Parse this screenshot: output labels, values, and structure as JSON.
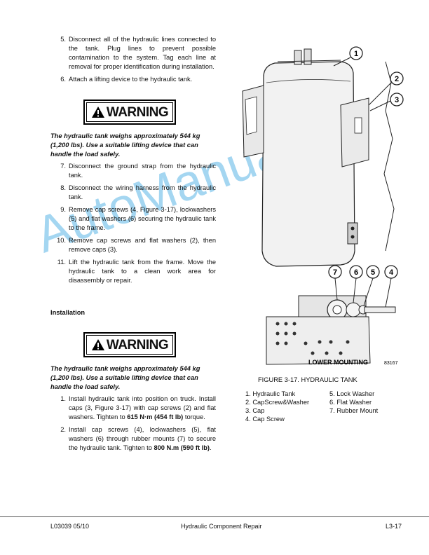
{
  "steps_a": [
    {
      "num": "5.",
      "text": "Disconnect all of the hydraulic lines connected to the tank. Plug lines to prevent possible contamination to the system. Tag each line at removal for proper identification during installation."
    },
    {
      "num": "6.",
      "text": "Attach a lifting device to the hydraulic tank."
    }
  ],
  "warning_label": "WARNING",
  "warning_text": "The hydraulic tank weighs approximately 544 kg (1,200 lbs). Use a suitable lifting device that can handle the load safely.",
  "steps_b": [
    {
      "num": "7.",
      "text": "Disconnect the ground strap from the hydraulic tank."
    },
    {
      "num": "8.",
      "text": "Disconnect the wiring harness from the hydraulic tank."
    },
    {
      "num": "9.",
      "text": "Remove cap screws (4, Figure 3-17), lockwashers (5) and flat washers (6) securing the hydraulic tank to the frame."
    },
    {
      "num": "10.",
      "text": "Remove cap screws and flat washers (2), then remove caps (3)."
    },
    {
      "num": "11.",
      "text": "Lift the hydraulic tank from the frame. Move the hydraulic tank to a clean work area for disassembly or repair."
    }
  ],
  "section_title": "Installation",
  "install_steps": [
    {
      "num": "1.",
      "pre": "Install hydraulic tank into position on truck. Install caps (3, Figure 3-17) with cap screws (2) and flat washers. Tighten to ",
      "bold": "615 N·m (454 ft lb)",
      "post": " torque."
    },
    {
      "num": "2.",
      "pre": "Install cap screws (4), lockwashers (5), flat washers (6) through rubber mounts (7) to secure the hydraulic tank. Tighten to ",
      "bold": "800 N.m (590 ft lb)",
      "post": "."
    }
  ],
  "figure": {
    "callouts": [
      "1",
      "2",
      "3",
      "7",
      "6",
      "5",
      "4"
    ],
    "lower_label": "LOWER MOUNTING",
    "code": "83167",
    "caption": "FIGURE 3-17. HYDRAULIC TANK",
    "legend": [
      "1. Hydraulic Tank",
      "5. Lock Washer",
      "2. CapScrew&Washer",
      "6. Flat Washer",
      "3. Cap",
      "7. Rubber Mount",
      "4. Cap Screw",
      ""
    ]
  },
  "watermark": "AutoManual",
  "footer": {
    "left": "L03039  05/10",
    "center": "Hydraulic Component Repair",
    "right": "L3-17"
  }
}
